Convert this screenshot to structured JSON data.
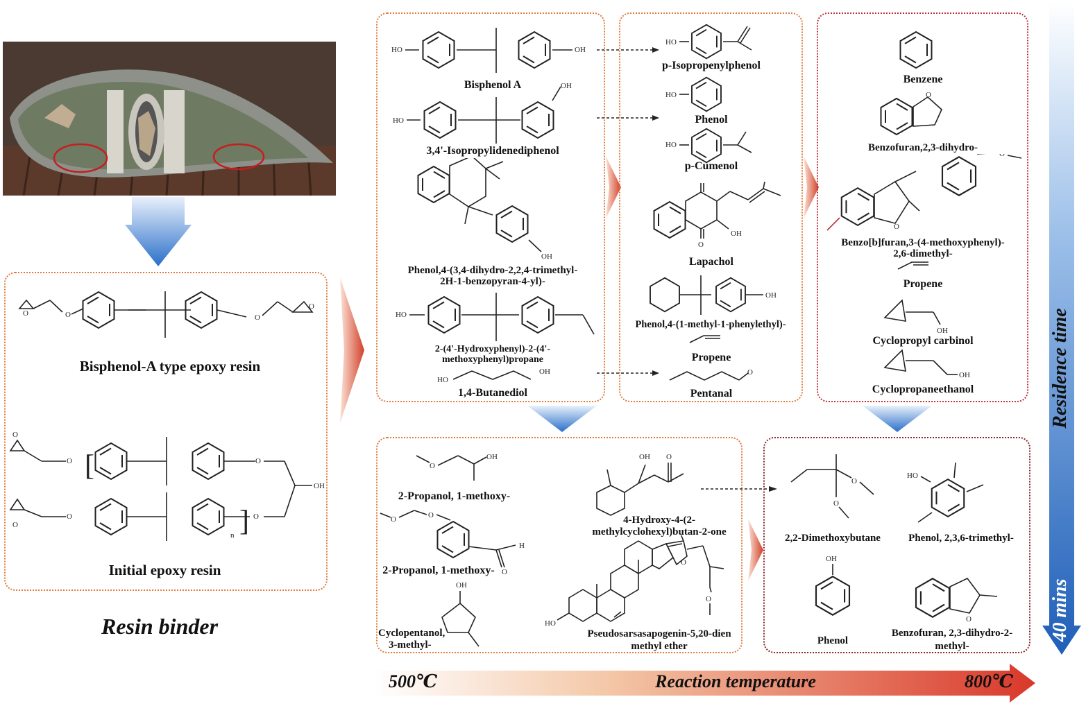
{
  "left": {
    "resin_binder_title": "Resin binder",
    "bpa_epoxy_label": "Bisphenol-A type epoxy resin",
    "initial_epoxy_label": "Initial epoxy resin"
  },
  "col1": {
    "items": [
      "Bisphenol A",
      "3,4'-Isopropylidenediphenol",
      "Phenol,4-(3,4-dihydro-2,2,4-trimethyl-",
      "2H-1-benzopyran-4-yl)-",
      "2-(4'-Hydroxyphenyl)-2-(4'-",
      "methoxyphenyl)propane",
      "1,4-Butanediol"
    ]
  },
  "col2": {
    "items": [
      "p-Isopropenylphenol",
      "Phenol",
      "p-Cumenol",
      "Lapachol",
      "Phenol,4-(1-methyl-1-phenylethyl)-",
      "Propene",
      "Pentanal"
    ]
  },
  "col3": {
    "items": [
      "Benzene",
      "Benzofuran,2,3-dihydro-",
      "Benzo[b]furan,3-(4-methoxyphenyl)-",
      "2,6-dimethyl-",
      "Propene",
      "Cyclopropyl carbinol",
      "Cyclopropaneethanol"
    ]
  },
  "bottom_mid": {
    "items": [
      "2-Propanol, 1-methoxy-",
      "2-Propanol, 1-methoxy-",
      "Cyclopentanol,",
      "3-methyl-",
      "4-Hydroxy-4-(2-",
      "methylcyclohexyl)butan-2-one",
      "Pseudosarsasapogenin-5,20-dien",
      "methyl ether"
    ]
  },
  "bottom_right": {
    "items": [
      "2,2-Dimethoxybutane",
      "Phenol, 2,3,6-trimethyl-",
      "Phenol",
      "Benzofuran, 2,3-dihydro-2-",
      "methyl-"
    ]
  },
  "axes": {
    "temp_start": "500℃",
    "temp_label": "Reaction temperature",
    "temp_end": "800℃",
    "time_label": "Residence time",
    "time_value": "40 mins"
  },
  "atoms": {
    "HO": "HO",
    "OH": "OH",
    "O": "O",
    "H": "H",
    "n": "n"
  },
  "colors": {
    "orange_border": "#e07a3a",
    "red_border": "#c0303a",
    "blue_arrow": "#2a6fc9",
    "red_arrow": "#d2402a"
  }
}
